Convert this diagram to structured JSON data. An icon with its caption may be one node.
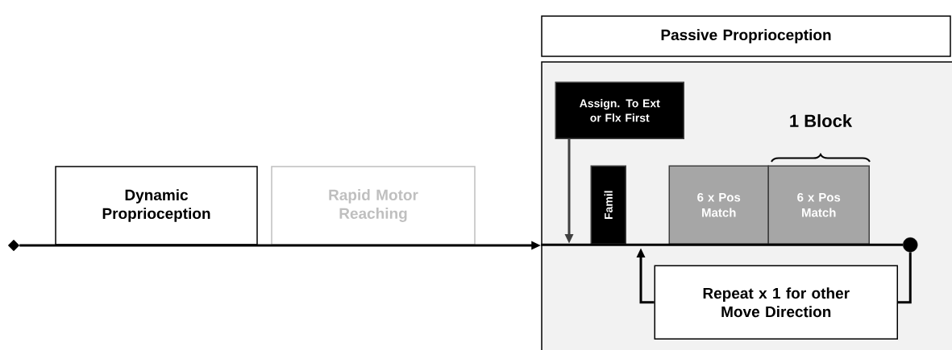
{
  "diagram": {
    "nodes": [
      {
        "text": [],
        "shape": "diamond"
      },
      {
        "text": [
          "Dynamic Proprioception"
        ]
      },
      {
        "text": [
          "Rapid Motor Reaching"
        ]
      },
      {
        "text": [
          "Passive Proprioception"
        ]
      },
      {
        "text": [],
        "shape": "box"
      },
      {
        "text": [
          "Assign. To Ext or Flx First"
        ],
        "in": 4
      },
      {
        "text": [
          "Famil"
        ],
        "in": 4
      },
      {
        "text": [
          "6 x Pos Match"
        ],
        "in": 4
      },
      {
        "text": [
          "6 x Pos Match"
        ],
        "in": 4
      },
      {
        "text": [],
        "shape": "circle",
        "in": 4
      },
      {
        "text": [
          "Repeat x 1 for other Move Direction"
        ],
        "in": 4
      }
    ],
    "edges": [
      {
        "from": 0,
        "to": 4,
        "arrow": "to"
      },
      {
        "from": 4,
        "to": 9,
        "arrow": "none"
      },
      {
        "from": 5,
        "to": null,
        "arrow": "to",
        "color": "#404040"
      },
      {
        "from": 9,
        "to": 10,
        "arrow": "none"
      },
      {
        "from": 10,
        "to": null,
        "arrow": "to"
      }
    ],
    "labels": [
      "1 Block"
    ]
  }
}
